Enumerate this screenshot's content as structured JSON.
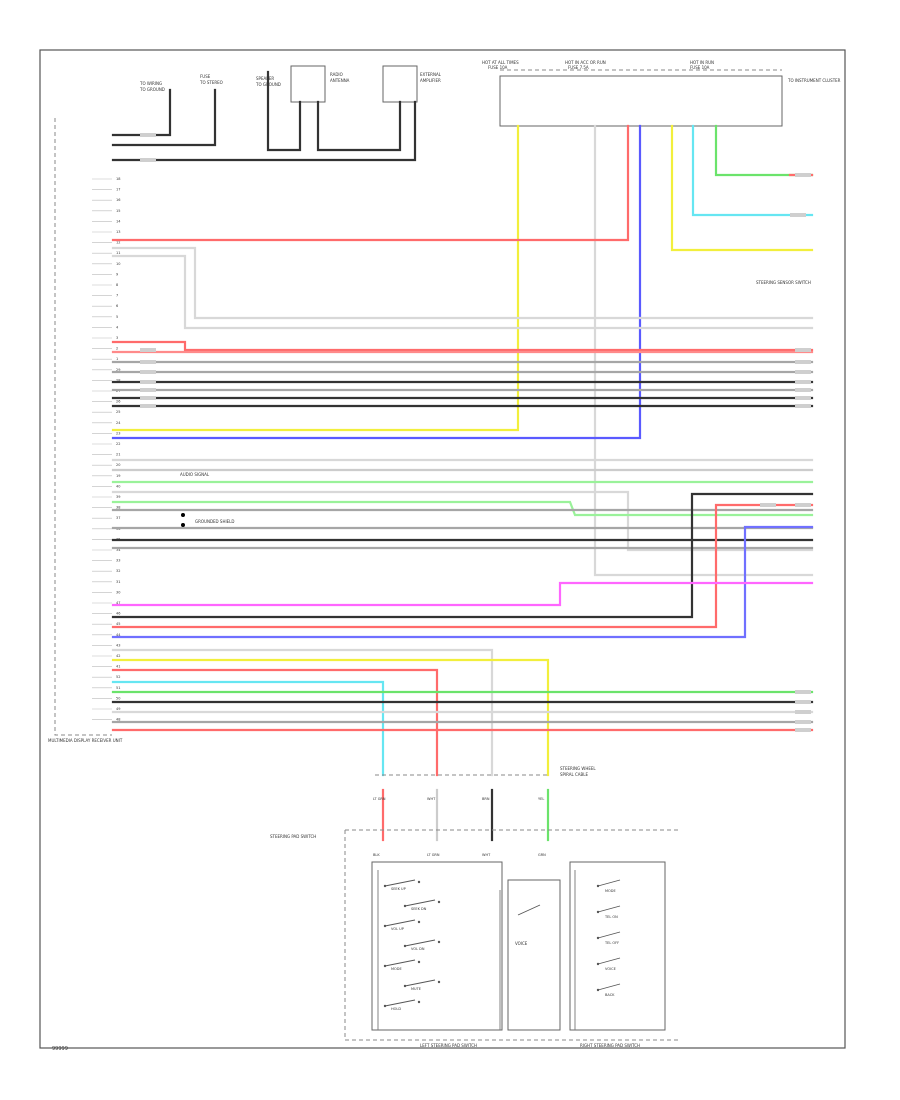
{
  "diagram": {
    "page_id": "99999",
    "unit": {
      "name": "MULTIMEDIA DISPLAY RECEIVER UNIT",
      "pins": [
        "18",
        "17",
        "16",
        "15",
        "14",
        "13",
        "12",
        "11",
        "10",
        "9",
        "8",
        "7",
        "6",
        "5",
        "4",
        "3",
        "2",
        "1",
        "29",
        "28",
        "27",
        "26",
        "25",
        "24",
        "23",
        "22",
        "21",
        "20",
        "19",
        "40",
        "39",
        "38",
        "37",
        "36",
        "35",
        "34",
        "33",
        "32",
        "31",
        "30",
        "47",
        "46",
        "45",
        "44",
        "43",
        "42",
        "41",
        "52",
        "51",
        "50",
        "49",
        "48"
      ]
    },
    "top_components": [
      {
        "id": "c1",
        "label": "TO WIRING",
        "sub": "TO GROUND"
      },
      {
        "id": "c2",
        "label": "FUSE",
        "sub": "TO STEREO"
      },
      {
        "id": "c3",
        "label": "SPEAKER",
        "sub": "TO GROUND"
      },
      {
        "id": "c4",
        "label": "RADIO",
        "sub": "ANTENNA"
      },
      {
        "id": "c5",
        "label": "EXTERNAL",
        "sub": "AMPLIFIER"
      }
    ],
    "fuse_headers": [
      {
        "label": "HOT AT ALL TIMES",
        "sub": "FUSE 10A"
      },
      {
        "label": "HOT IN ACC OR RUN",
        "sub": "FUSE 7.5A"
      },
      {
        "label": "HOT IN RUN",
        "sub": "FUSE 10A"
      }
    ],
    "right_labels": {
      "instrument_cluster": "TO INSTRUMENT CLUSTER",
      "steering_switch": "STEERING SENSOR SWITCH"
    },
    "mid_labels": {
      "audio_note": "AUDIO SIGNAL",
      "grounds": "GROUNDED SHIELD"
    },
    "connector": {
      "label": "STEERING WHEEL",
      "sub": "SPIRAL CABLE",
      "pins": [
        "LT GRN",
        "WHT",
        "BRN",
        "YEL"
      ]
    },
    "switch_block": {
      "title": "STEERING PAD SWITCH",
      "pins": [
        "BLK",
        "LT GRN",
        "WHT",
        "GRN"
      ],
      "left_caption": "LEFT STEERING PAD SWITCH",
      "right_caption": "RIGHT STEERING PAD SWITCH",
      "voice_label": "VOICE",
      "left_switches": [
        "SEEK UP",
        "SEEK DN",
        "VOL UP",
        "VOL DN",
        "MODE",
        "MUTE",
        "HOLD"
      ],
      "right_switches": [
        "MODE",
        "TEL ON",
        "TEL OFF",
        "VOICE",
        "BACK"
      ]
    },
    "colors": {
      "red": "#ff6b6b",
      "pink": "#ff8a8a",
      "yellow": "#f2ef3c",
      "blue": "#5a5aff",
      "violet": "#7070ff",
      "green": "#6be36b",
      "ltgreen": "#9af29a",
      "cyan": "#66e6f2",
      "magenta": "#ff66ff",
      "black": "#333333",
      "gray": "#a6a6a6",
      "white": "#d8d8d8",
      "lightgray": "#cccccc"
    }
  }
}
